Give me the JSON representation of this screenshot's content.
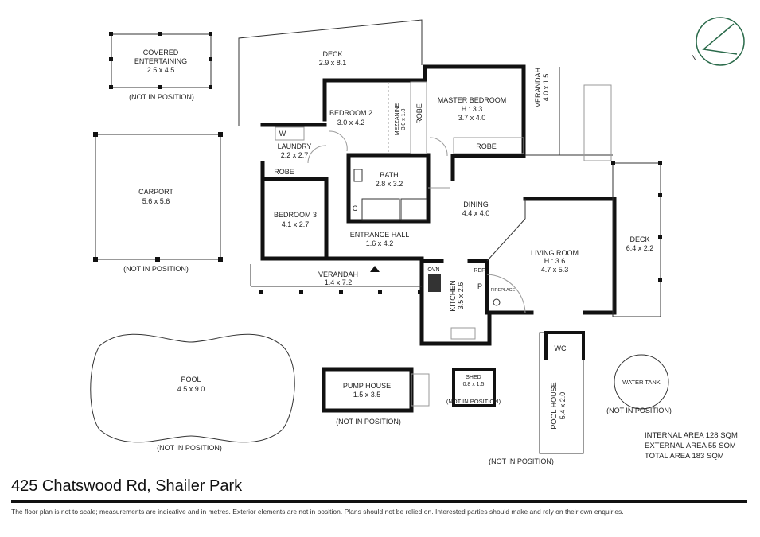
{
  "address": "425 Chatswood Rd, Shailer Park",
  "disclaimer": "The floor plan is not to scale; measurements are indicative and in metres. Exterior elements are not in position. Plans should not be relied on. Interested parties should make and rely on their own enquiries.",
  "compass": {
    "label": "N"
  },
  "not_in_position": "(NOT IN POSITION)",
  "areas": {
    "internal": "INTERNAL AREA 128 SQM",
    "external": "EXTERNAL AREA 55 SQM",
    "total": "TOTAL AREA 183 SQM"
  },
  "rooms": {
    "covered_entertaining": {
      "name1": "COVERED",
      "name2": "ENTERTAINING",
      "size": "2.5 x 4.5"
    },
    "deck_top": {
      "name": "DECK",
      "size": "2.9 x 8.1"
    },
    "carport": {
      "name": "CARPORT",
      "size": "5.6 x 5.6"
    },
    "bedroom2": {
      "name": "BEDROOM 2",
      "size": "3.0 x 4.2"
    },
    "mezzanine": {
      "name": "MEZZANINE",
      "size": "3.0 x 1.8"
    },
    "robe": "ROBE",
    "master": {
      "name": "MASTER BEDROOM",
      "height": "H : 3.3",
      "size": "3.7 x 4.0"
    },
    "verandah_top": {
      "name": "VERANDAH",
      "size": "4.0 x 1.5"
    },
    "laundry": {
      "name": "LAUNDRY",
      "size": "2.2 x 2.7",
      "w": "W"
    },
    "bedroom3": {
      "name": "BEDROOM 3",
      "size": "4.1 x 2.7"
    },
    "bath": {
      "name": "BATH",
      "size": "2.8 x 3.2",
      "c": "C"
    },
    "dining": {
      "name": "DINING",
      "size": "4.4 x 4.0"
    },
    "entrance": {
      "name": "ENTRANCE HALL",
      "size": "1.6 x 4.2"
    },
    "living": {
      "name": "LIVING ROOM",
      "height": "H : 3.6",
      "size": "4.7 x 5.3"
    },
    "deck_right": {
      "name": "DECK",
      "size": "6.4 x 2.2"
    },
    "verandah_front": {
      "name": "VERANDAH",
      "size": "1.4 x 7.2"
    },
    "kitchen": {
      "name": "KITCHEN",
      "size": "3.5 x 2.6",
      "ovn": "OVN",
      "ref": "REF.",
      "p": "P"
    },
    "fireplace": "FIREPLACE",
    "pool": {
      "name": "POOL",
      "size": "4.5 x 9.0"
    },
    "pump_house": {
      "name": "PUMP HOUSE",
      "size": "1.5 x 3.5"
    },
    "shed": {
      "name": "SHED",
      "size": "0.8 x 1.5"
    },
    "pool_house": {
      "name": "POOL HOUSE",
      "size": "5.4 x 2.0",
      "wc": "WC"
    },
    "water_tank": {
      "name": "WATER TANK"
    }
  }
}
